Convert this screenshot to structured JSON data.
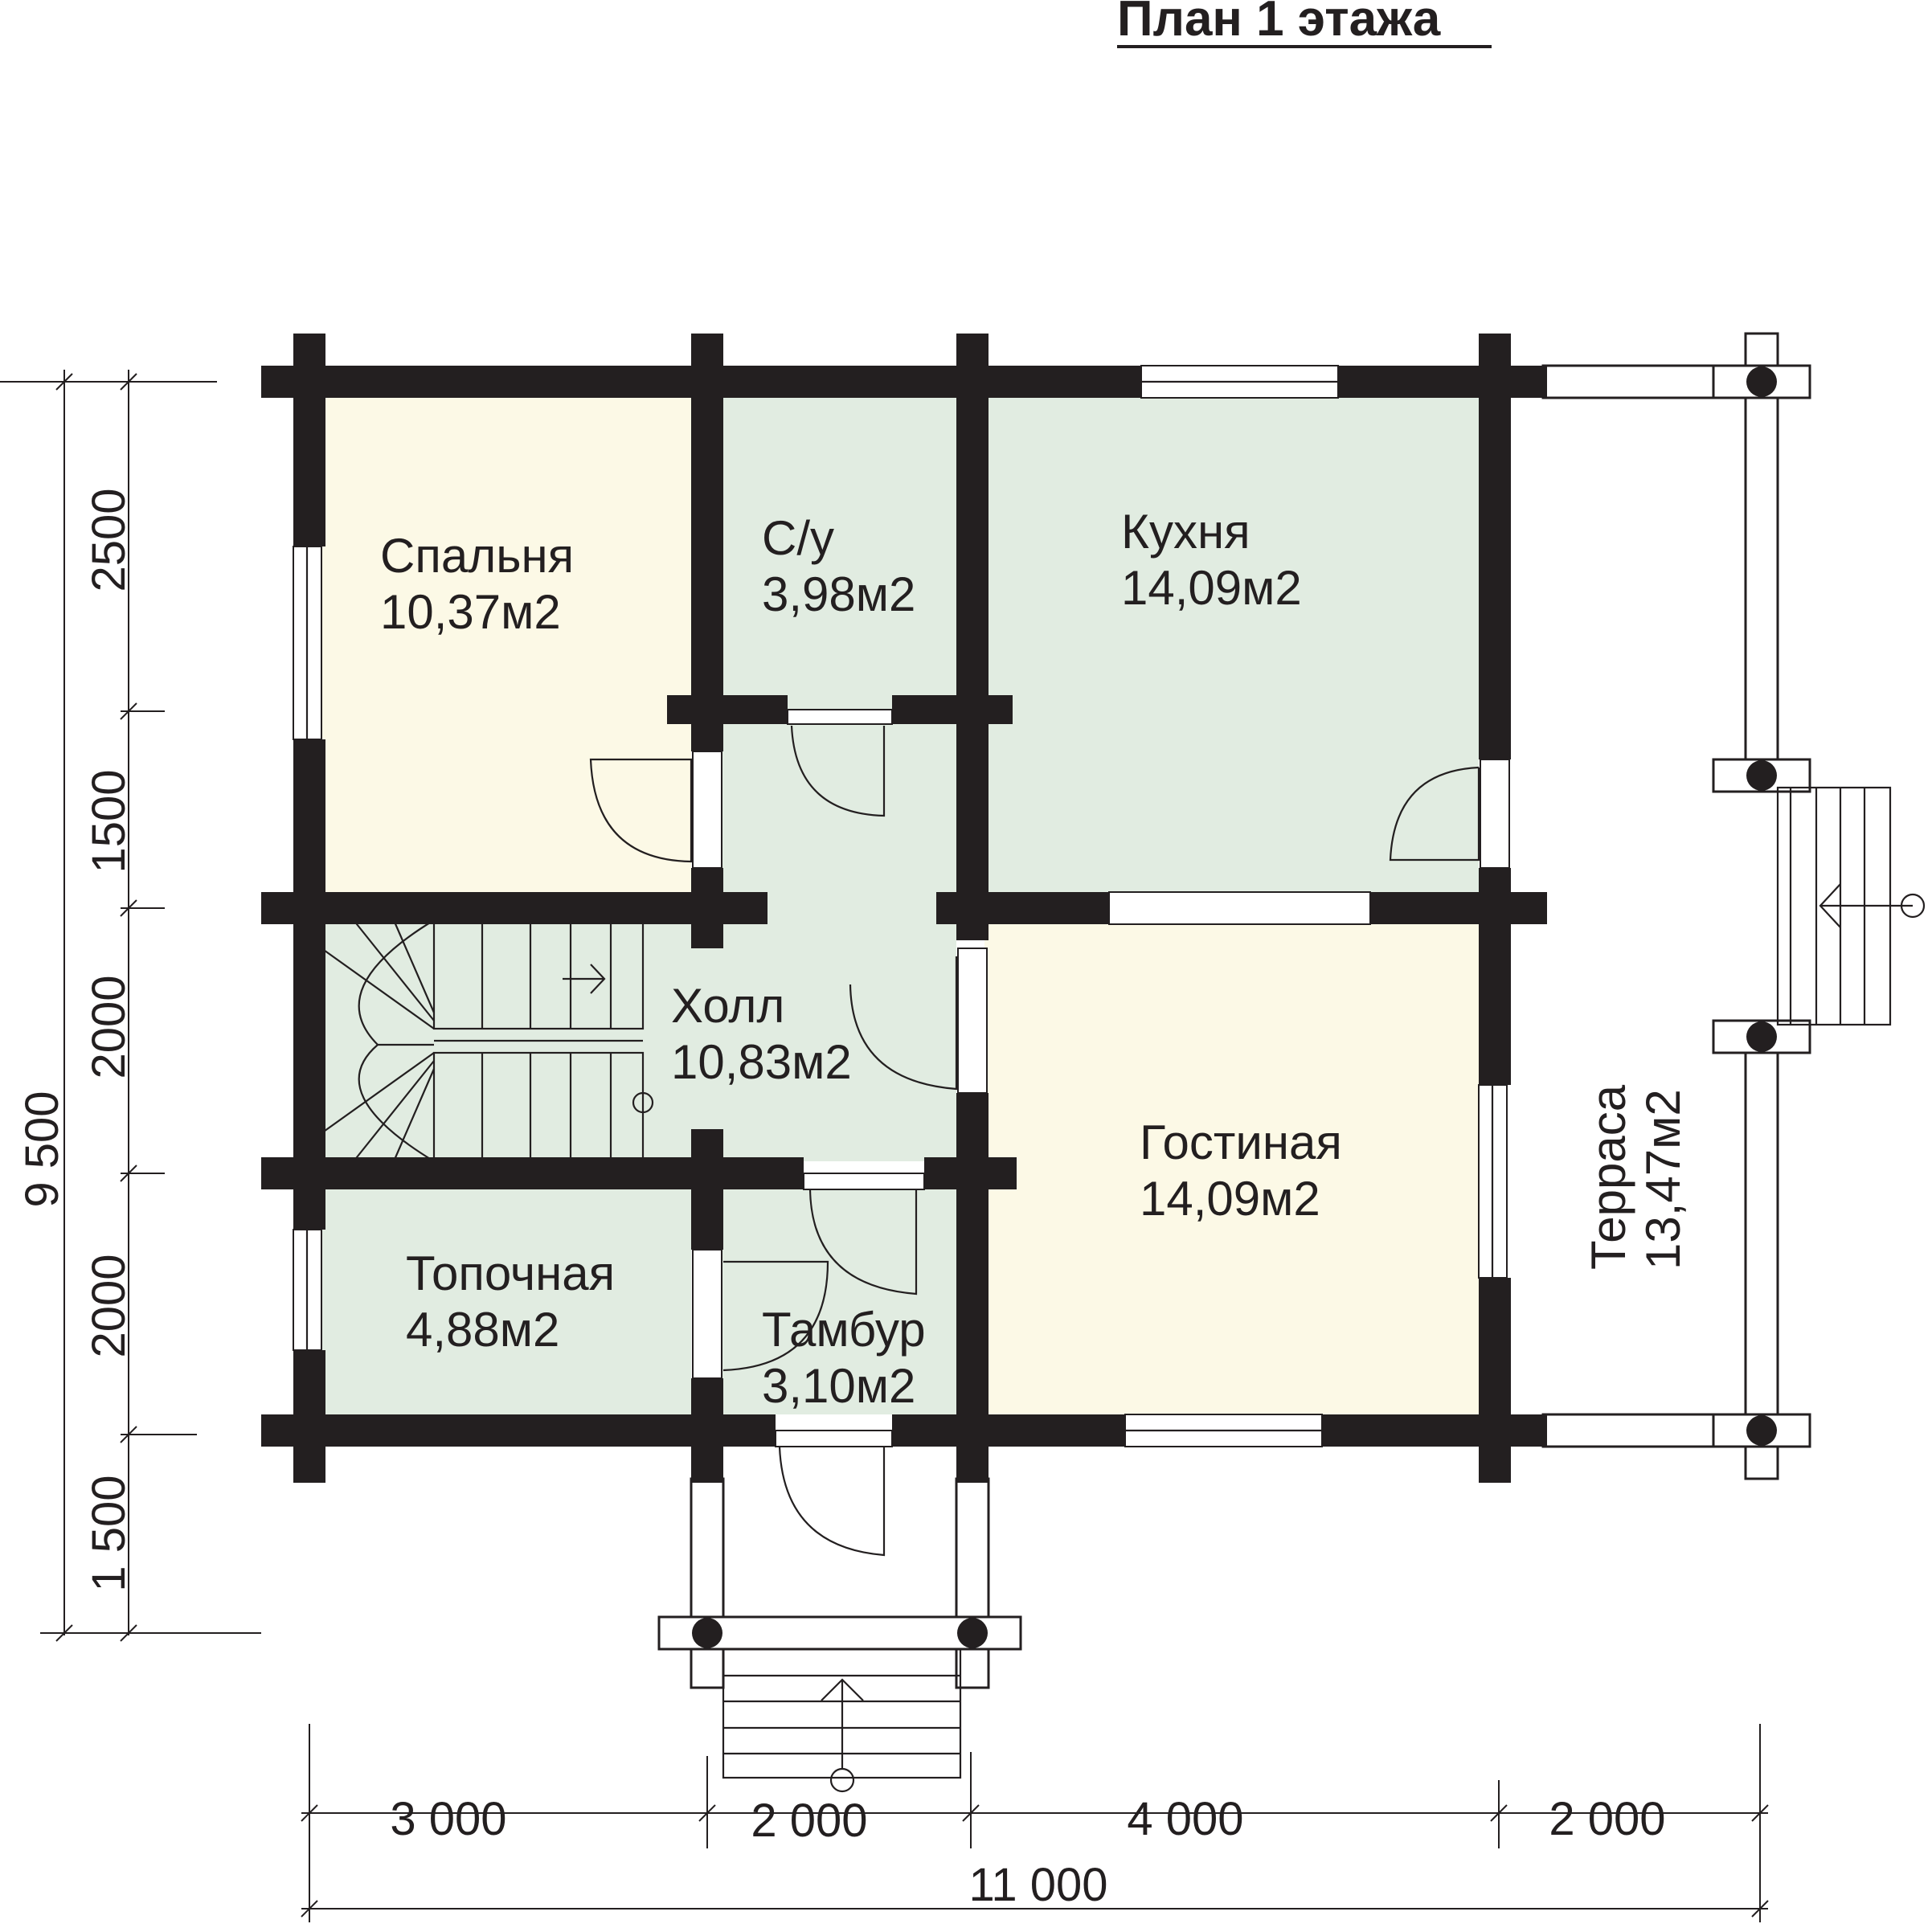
{
  "title": "План 1 этажа",
  "colors": {
    "wall": "#231f20",
    "room_green": "#e1ece1",
    "room_cream": "#fcf9e6",
    "background": "#ffffff"
  },
  "rooms": [
    {
      "name": "Спальня",
      "area": "10,37м2"
    },
    {
      "name": "С/у",
      "area": "3,98м2"
    },
    {
      "name": "Кухня",
      "area": "14,09м2"
    },
    {
      "name": "Холл",
      "area": "10,83м2"
    },
    {
      "name": "Гостиная",
      "area": "14,09м2"
    },
    {
      "name": "Топочная",
      "area": "4,88м2"
    },
    {
      "name": "Тамбур",
      "area": "3,10м2"
    },
    {
      "name": "Терраса",
      "area": "13,47м2"
    }
  ],
  "dimensions": {
    "left_total": "9 500",
    "left_segments": [
      "2500",
      "1500",
      "2000",
      "2000",
      "1 500"
    ],
    "bottom_segments": [
      "3 000",
      "2 000",
      "4 000",
      "2 000"
    ],
    "bottom_total": "11 000"
  }
}
